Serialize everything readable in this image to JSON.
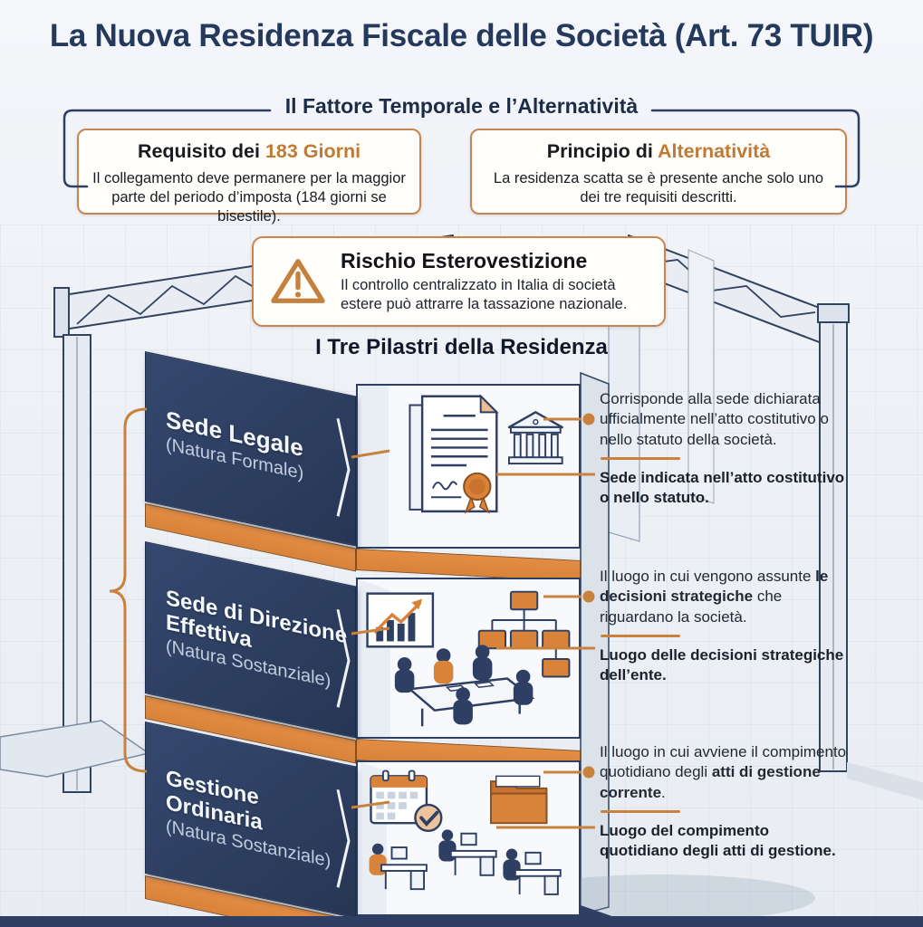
{
  "title": "La Nuova Residenza Fiscale delle Società (Art. 73 TUIR)",
  "colors": {
    "navy": "#2e3f63",
    "title_navy": "#24395c",
    "orange_accent": "#d9823a",
    "orange_border": "#c9854f",
    "orange_text": "#c07a36",
    "background": "#eef1f6"
  },
  "temporal": {
    "heading": "Il Fattore Temporale e l’Alternatività",
    "cards": [
      {
        "title_pre": "Requisito dei ",
        "title_highlight": "183 Giorni",
        "body": "Il collegamento deve permanere per la maggior parte del periodo d’imposta (184 giorni se bisestile)."
      },
      {
        "title_pre": "Principio di ",
        "title_highlight": "Alternatività",
        "body": "La residenza scatta se è presente anche solo uno dei tre requisiti descritti."
      }
    ]
  },
  "warning": {
    "icon": "warning-triangle-icon",
    "title": "Rischio Esterovestizione",
    "body": "Il controllo centralizzato in Italia di società estere può attrarre la tassazione nazionale."
  },
  "pillars": {
    "heading": "I Tre Pilastri della Residenza",
    "items": [
      {
        "name": "Sede Legale",
        "nature": "(Natura Formale)",
        "desc_pre": "Corrisponde alla sede dichiarata ufficialmente nell’atto costitutivo o nello statuto della società.",
        "desc_bold": "",
        "desc_post": "",
        "note": "Sede indicata nell’atto costitutivo o nello statuto.",
        "icons": [
          "certificate-document-icon",
          "bank-building-icon"
        ]
      },
      {
        "name": "Sede di Direzione Effettiva",
        "nature": "(Natura Sostanziale)",
        "desc_pre": "Il luogo in cui vengono assunte ",
        "desc_bold": "le decisioni strategiche",
        "desc_post": " che riguardano la società.",
        "note": "Luogo delle decisioni strategiche dell’ente.",
        "icons": [
          "growth-chart-icon",
          "org-chart-icon",
          "meeting-table-icon"
        ]
      },
      {
        "name": "Gestione Ordinaria",
        "nature": "(Natura Sostanziale)",
        "desc_pre": "Il luogo in cui avviene il compimento quotidiano degli ",
        "desc_bold": "atti di gestione corrente",
        "desc_post": ".",
        "note": "Luogo del compimento quotidiano degli atti di gestione.",
        "icons": [
          "calendar-check-icon",
          "folder-icon",
          "office-desks-icon"
        ]
      }
    ]
  }
}
